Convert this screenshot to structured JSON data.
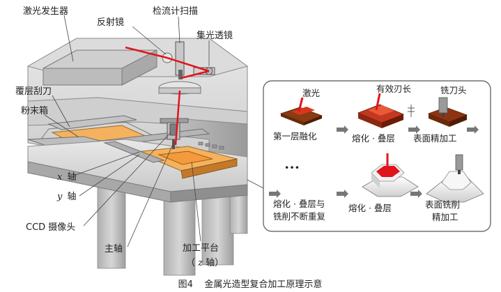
{
  "labels": {
    "laser_generator": "激光发生器",
    "mirror": "反射镜",
    "galvo_scanner": "检流计扫描",
    "focus_lens": "集光透镜",
    "recoater_blade": "覆层刮刀",
    "powder_box": "粉末箱",
    "x_axis_var": "x",
    "x_axis_word": "轴",
    "y_axis_var": "y",
    "y_axis_word": "轴",
    "ccd_camera": "CCD 摄像头",
    "spindle": "主轴",
    "work_platform": "加工平台",
    "z_axis_open": "（",
    "z_axis_var": "z",
    "z_axis_close": " 轴）"
  },
  "inset": {
    "laser": "激光",
    "effective_length": "有效刃长",
    "milling_head": "铣刀头",
    "first_layer_melt": "第一层融化",
    "melt_stack_1": "熔化 · 叠层",
    "surface_finish_1": "表面精加工",
    "ellipsis": "•••",
    "melt_stack_mill_line1": "熔化 · 叠层与",
    "melt_stack_mill_line2": "铣削不断重复",
    "melt_stack_2": "熔化 · 叠层",
    "surface_mill_line1": "表面铣削",
    "surface_mill_line2": "精加工"
  },
  "caption": "图4    金属光造型复合加工原理示意",
  "colors": {
    "laser_red": "#e0141c",
    "powder_orange": "#f5b25e",
    "platform_orange": "#f29a3c",
    "machine_gray": "#d2d2d2",
    "machine_dark": "#8c8c8c",
    "inset_border": "#555555"
  }
}
